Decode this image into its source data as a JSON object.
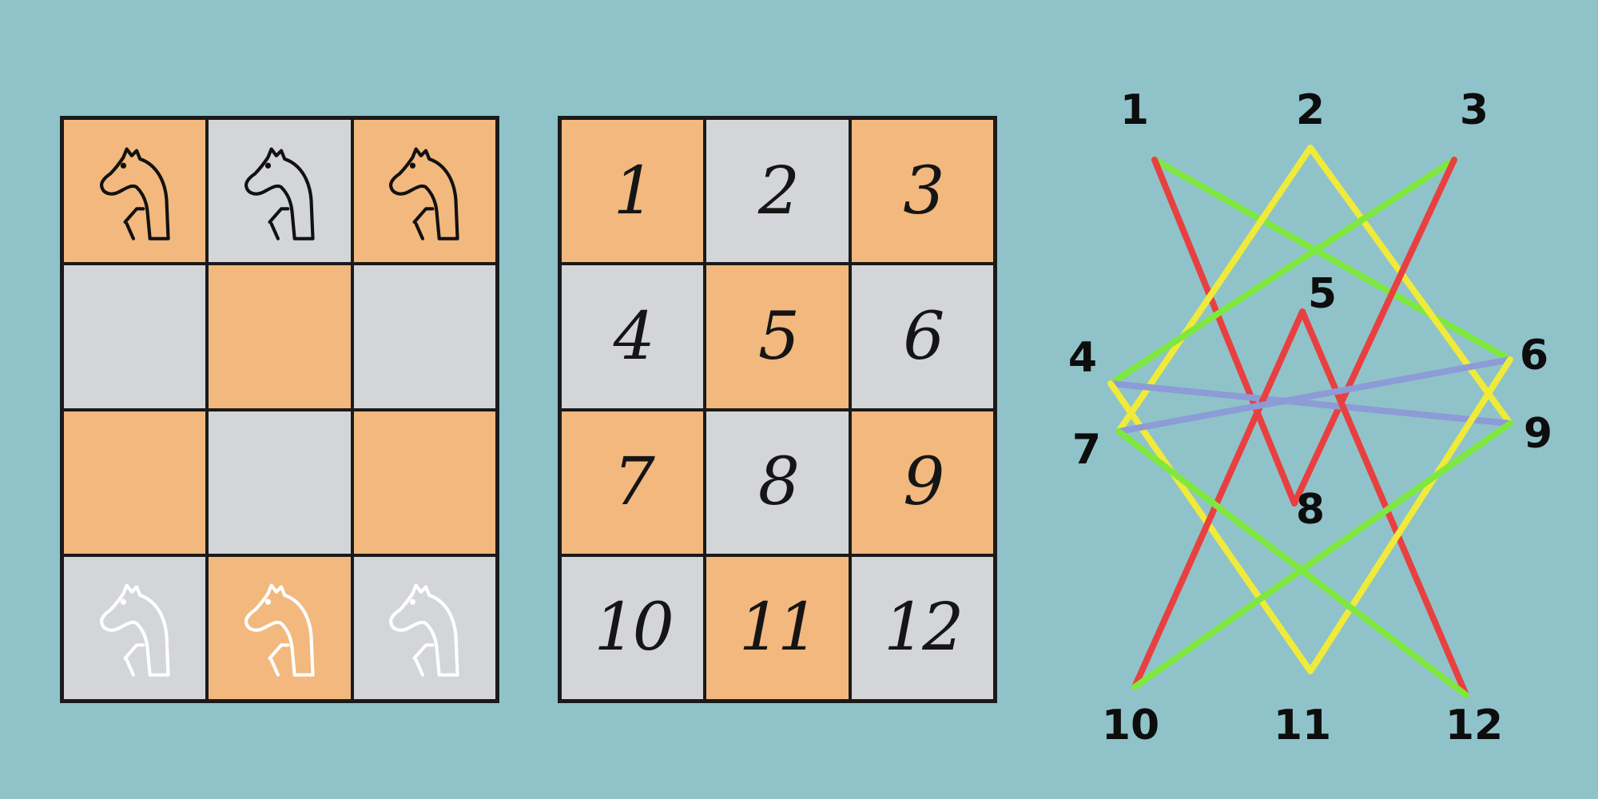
{
  "left_board": {
    "cells": [
      {
        "color": "orange",
        "piece": "black-knight"
      },
      {
        "color": "grey",
        "piece": "black-knight"
      },
      {
        "color": "orange",
        "piece": "black-knight"
      },
      {
        "color": "grey",
        "piece": ""
      },
      {
        "color": "orange",
        "piece": ""
      },
      {
        "color": "grey",
        "piece": ""
      },
      {
        "color": "orange",
        "piece": ""
      },
      {
        "color": "grey",
        "piece": ""
      },
      {
        "color": "orange",
        "piece": ""
      },
      {
        "color": "grey",
        "piece": "white-knight"
      },
      {
        "color": "orange",
        "piece": "white-knight"
      },
      {
        "color": "grey",
        "piece": "white-knight"
      }
    ]
  },
  "right_board": {
    "cells": [
      {
        "color": "orange",
        "label": "1"
      },
      {
        "color": "grey",
        "label": "2"
      },
      {
        "color": "orange",
        "label": "3"
      },
      {
        "color": "grey",
        "label": "4"
      },
      {
        "color": "orange",
        "label": "5"
      },
      {
        "color": "grey",
        "label": "6"
      },
      {
        "color": "orange",
        "label": "7"
      },
      {
        "color": "grey",
        "label": "8"
      },
      {
        "color": "orange",
        "label": "9"
      },
      {
        "color": "grey",
        "label": "10"
      },
      {
        "color": "orange",
        "label": "11"
      },
      {
        "color": "grey",
        "label": "12"
      }
    ]
  },
  "graph": {
    "node_labels": {
      "n1": "1",
      "n2": "2",
      "n3": "3",
      "n4": "4",
      "n5": "5",
      "n6": "6",
      "n7": "7",
      "n8": "8",
      "n9": "9",
      "n10": "10",
      "n11": "11",
      "n12": "12"
    },
    "edges": [
      {
        "from": "1",
        "to": "6",
        "color": "#7ee83f"
      },
      {
        "from": "1",
        "to": "8",
        "color": "#e84040"
      },
      {
        "from": "2",
        "to": "7",
        "color": "#f0ea3a"
      },
      {
        "from": "2",
        "to": "9",
        "color": "#f0ea3a"
      },
      {
        "from": "3",
        "to": "4",
        "color": "#7ee83f"
      },
      {
        "from": "3",
        "to": "8",
        "color": "#e84040"
      },
      {
        "from": "4",
        "to": "9",
        "color": "#8d9bd6"
      },
      {
        "from": "4",
        "to": "11",
        "color": "#f0ea3a"
      },
      {
        "from": "5",
        "to": "10",
        "color": "#e84040"
      },
      {
        "from": "5",
        "to": "12",
        "color": "#e84040"
      },
      {
        "from": "6",
        "to": "7",
        "color": "#8d9bd6"
      },
      {
        "from": "6",
        "to": "11",
        "color": "#f0ea3a"
      },
      {
        "from": "7",
        "to": "12",
        "color": "#7ee83f"
      },
      {
        "from": "9",
        "to": "10",
        "color": "#7ee83f"
      }
    ]
  },
  "colors": {
    "background": "#8fc3c9",
    "orange_square": "#f2b87d",
    "grey_square": "#d3d5d8",
    "red_edge": "#e84040",
    "green_edge": "#7ee83f",
    "yellow_edge": "#f0ea3a",
    "blue_edge": "#8d9bd6"
  }
}
